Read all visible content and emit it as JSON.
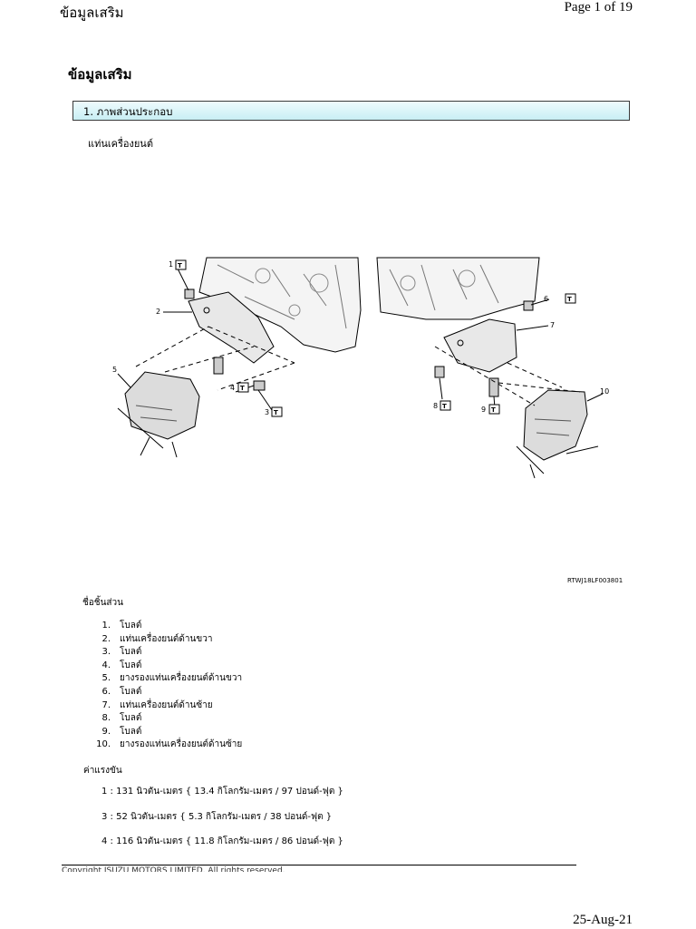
{
  "header": {
    "left_title": "ข้อมูลเสริม",
    "page_label": "Page 1 of 19"
  },
  "document": {
    "title": "ข้อมูลเสริม",
    "section_heading": "1. ภาพส่วนประกอบ",
    "subtitle": "แท่นเครื่องยนต์",
    "figure_code": "RTWJ18LF003801",
    "callouts": [
      "1",
      "2",
      "3",
      "4",
      "5",
      "6",
      "7",
      "8",
      "9",
      "10"
    ],
    "parts_heading": "ชื่อชิ้นส่วน",
    "parts": [
      {
        "num": "1.",
        "name": "โบลต์"
      },
      {
        "num": "2.",
        "name": "แท่นเครื่องยนต์ด้านขวา"
      },
      {
        "num": "3.",
        "name": "โบลต์"
      },
      {
        "num": "4.",
        "name": "โบลต์"
      },
      {
        "num": "5.",
        "name": "ยางรองแท่นเครื่องยนต์ด้านขวา"
      },
      {
        "num": "6.",
        "name": "โบลต์"
      },
      {
        "num": "7.",
        "name": "แท่นเครื่องยนต์ด้านซ้าย"
      },
      {
        "num": "8.",
        "name": "โบลต์"
      },
      {
        "num": "9.",
        "name": "โบลต์"
      },
      {
        "num": "10.",
        "name": "ยางรองแท่นเครื่องยนต์ด้านซ้าย"
      }
    ],
    "torque_heading": "ค่าแรงขัน",
    "torque": [
      "1 :  131 นิวตัน-เมตร { 13.4 กิโลกรัม-เมตร / 97 ปอนด์-ฟุต }",
      "3 :  52 นิวตัน-เมตร { 5.3 กิโลกรัม-เมตร / 38 ปอนด์-ฟุต }",
      "4 :  116 นิวตัน-เมตร { 11.8 กิโลกรัม-เมตร / 86 ปอนด์-ฟุต }"
    ]
  },
  "footer": {
    "copyright": "Copyright ISUZU MOTORS LIMITED. All rights reserved.",
    "date": "25-Aug-21"
  }
}
